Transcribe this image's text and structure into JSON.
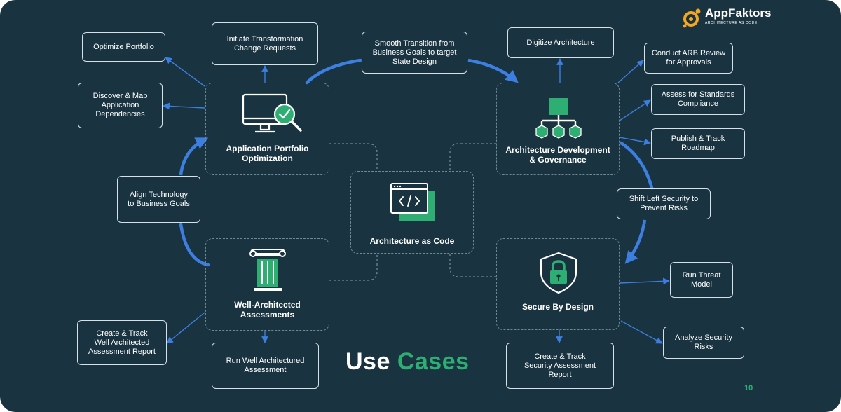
{
  "brand": {
    "name": "AppFaktors",
    "tagline": "ARCHITECTURE AS CODE"
  },
  "title": {
    "part1": "Use",
    "part2": "Cases"
  },
  "page_number": "10",
  "colors": {
    "background": "#193440",
    "accent_green": "#2fae73",
    "arrow_blue": "#3d7fe0",
    "brand_orange": "#f5a623"
  },
  "hubs": {
    "portfolio": {
      "title": "Application Portfolio\nOptimization",
      "icon": "monitor-check-magnifier-icon"
    },
    "governance": {
      "title": "Architecture Development\n& Governance",
      "icon": "hierarchy-cubes-icon"
    },
    "center": {
      "title": "Architecture as Code",
      "icon": "code-window-icon"
    },
    "assessments": {
      "title": "Well-Architected\nAssessments",
      "icon": "ionic-column-icon"
    },
    "secure": {
      "title": "Secure By Design",
      "icon": "shield-lock-icon"
    }
  },
  "boxes": {
    "optimize_portfolio": "Optimize Portfolio",
    "initiate_transformation": "Initiate Transformation\nChange Requests",
    "smooth_transition": "Smooth Transition from\nBusiness Goals to target\nState Design",
    "digitize_architecture": "Digitize Architecture",
    "conduct_arb": "Conduct ARB Review\nfor Approvals",
    "discover_map": "Discover & Map\nApplication\nDependencies",
    "assess_standards": "Assess for Standards\nCompliance",
    "publish_track": "Publish & Track\nRoadmap",
    "align_technology": "Align Technology\nto Business Goals",
    "shift_left": "Shift Left Security to\nPrevent Risks",
    "run_threat": "Run Threat\nModel",
    "analyze_security": "Analyze Security\nRisks",
    "create_well_report": "Create & Track\nWell Architected\nAssessment Report",
    "run_well_review": "Run Well Architectured\nAssessment",
    "create_security_report": "Create & Track\nSecurity Assessment\nReport"
  }
}
